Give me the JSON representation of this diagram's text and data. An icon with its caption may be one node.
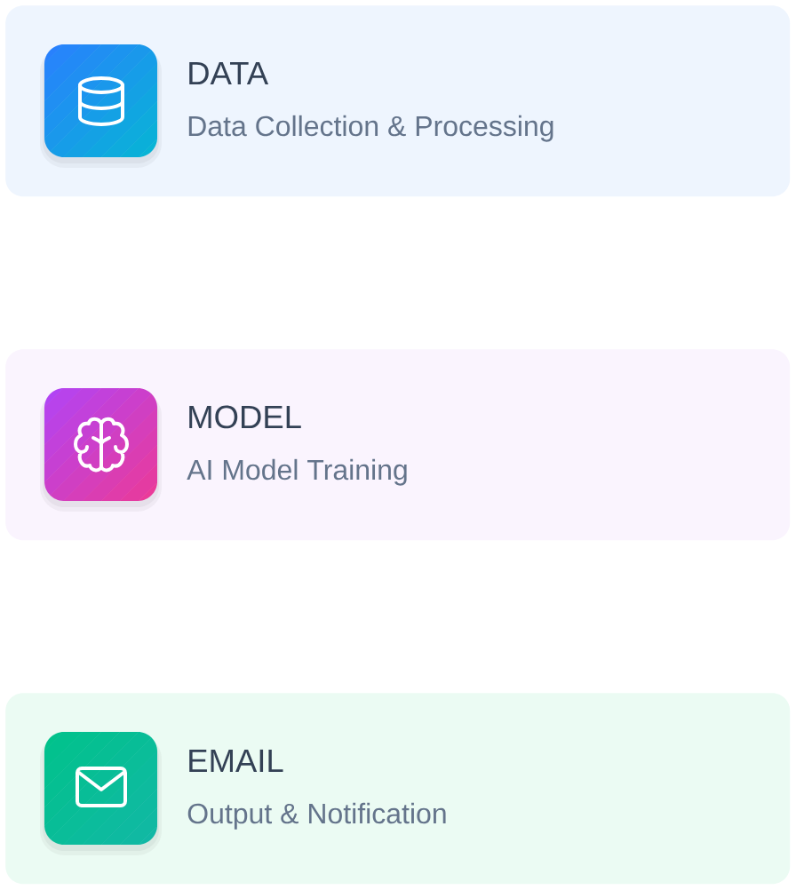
{
  "diagram": {
    "nodes": [
      {
        "text": [
          "DATA",
          "Data Collection & Processing"
        ]
      },
      {
        "text": [
          "MODEL",
          "AI Model Training"
        ]
      },
      {
        "text": [
          "EMAIL",
          "Output & Notification"
        ]
      }
    ]
  }
}
